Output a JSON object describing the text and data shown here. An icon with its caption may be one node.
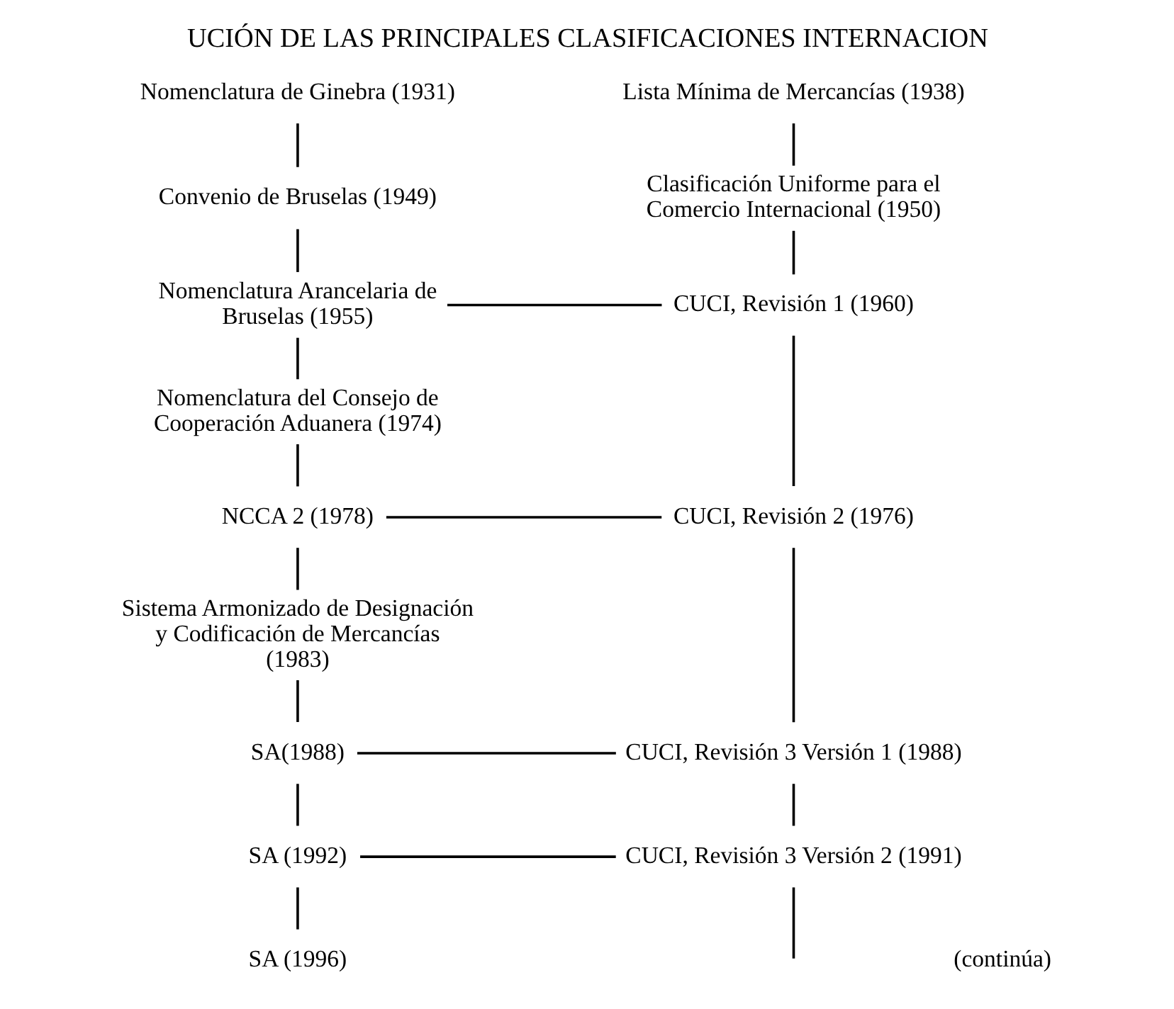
{
  "diagram": {
    "title": "UCIÓN DE LAS PRINCIPALES CLASIFICACIONES INTERNACION",
    "nodes": [
      {
        "text": [
          "Nomenclatura de Ginebra (1931)"
        ]
      },
      {
        "text": [
          "Convenio de Bruselas (1949)"
        ]
      },
      {
        "text": [
          "Nomenclatura Arancelaria de Bruselas (1955)"
        ]
      },
      {
        "text": [
          "Nomenclatura del Consejo de Cooperación Aduanera (1974)"
        ]
      },
      {
        "text": [
          "NCCA 2 (1978)"
        ]
      },
      {
        "text": [
          "Sistema Armonizado de Designación y Codificación de Mercancías (1983)"
        ]
      },
      {
        "text": [
          "SA(1988)"
        ]
      },
      {
        "text": [
          "SA (1992)"
        ]
      },
      {
        "text": [
          "SA (1996)"
        ]
      },
      {
        "text": [
          "Lista Mínima de Mercancías (1938)"
        ]
      },
      {
        "text": [
          "Clasificación Uniforme para el Comercio Internacional (1950)"
        ]
      },
      {
        "text": [
          "CUCI, Revisión 1 (1960)"
        ]
      },
      {
        "text": [
          "CUCI, Revisión 2 (1976)"
        ]
      },
      {
        "text": [
          "CUCI, Revisión 3 Versión 1 (1988)"
        ]
      },
      {
        "text": [
          "CUCI, Revisión 3 Versión 2 (1991)"
        ]
      }
    ],
    "edges": [
      {
        "from": 0,
        "to": 1,
        "arrow": "none"
      },
      {
        "from": 1,
        "to": 2,
        "arrow": "none"
      },
      {
        "from": 2,
        "to": 3,
        "arrow": "none"
      },
      {
        "from": 3,
        "to": 4,
        "arrow": "none"
      },
      {
        "from": 4,
        "to": 5,
        "arrow": "none"
      },
      {
        "from": 5,
        "to": 6,
        "arrow": "none"
      },
      {
        "from": 6,
        "to": 7,
        "arrow": "none"
      },
      {
        "from": 7,
        "to": 8,
        "arrow": "none"
      },
      {
        "from": 9,
        "to": 10,
        "arrow": "none"
      },
      {
        "from": 10,
        "to": 11,
        "arrow": "none"
      },
      {
        "from": 11,
        "to": 12,
        "arrow": "none"
      },
      {
        "from": 12,
        "to": 13,
        "arrow": "none"
      },
      {
        "from": 13,
        "to": 14,
        "arrow": "none"
      },
      {
        "from": 14,
        "to": null,
        "arrow": "none"
      },
      {
        "from": 2,
        "to": 11,
        "arrow": "none"
      },
      {
        "from": 4,
        "to": 12,
        "arrow": "none"
      },
      {
        "from": 6,
        "to": 13,
        "arrow": "none"
      },
      {
        "from": 7,
        "to": 14,
        "arrow": "none"
      }
    ],
    "labels": [
      "(continúa)"
    ]
  }
}
